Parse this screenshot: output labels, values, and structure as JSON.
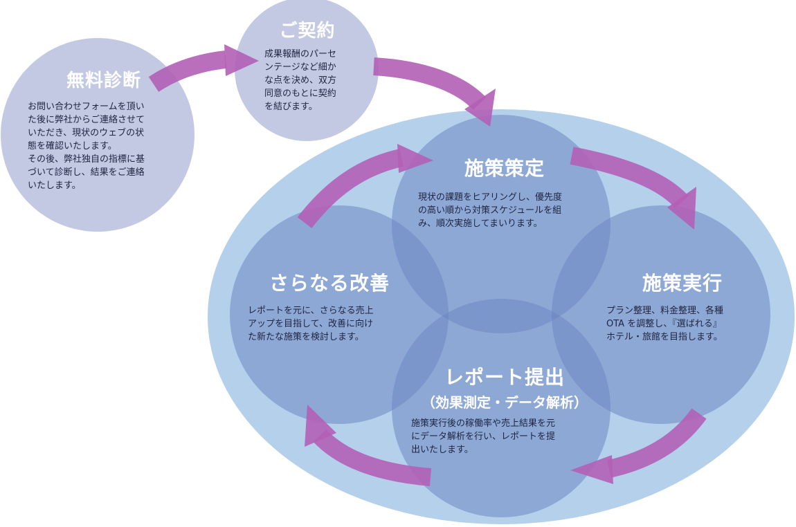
{
  "colors": {
    "outer_ellipse": "#b5d0ea",
    "circle_fill": "#7f97cc",
    "top_circle": "#c3c9e3",
    "arrow": "#b25fb6",
    "arrow_dark": "#8a3f94",
    "title_text": "#ffffff",
    "body_text": "#1e2440"
  },
  "nodes": {
    "free_diagnosis": {
      "title": "無料診断",
      "desc_lines": [
        "お問い合わせフォームを頂い",
        "た後に弊社からご連絡させて",
        "いただき、現状のウェブの状",
        "態を確認いたします。",
        "その後、弊社独自の指標に基",
        "づいて診断し、結果をご連絡",
        "いたします。"
      ]
    },
    "contract": {
      "title": "ご契約",
      "desc_lines": [
        "成果報酬のパーセ",
        "ンテージなど細か",
        "な点を決め、双方",
        "同意のもとに契約",
        "を結びます。"
      ]
    },
    "planning": {
      "title": "施策策定",
      "desc_lines": [
        "現状の課題をヒアリングし、優先度",
        "の高い順から対策スケジュールを組",
        "み、順次実施してまいります。"
      ]
    },
    "execution": {
      "title": "施策実行",
      "desc_lines": [
        "プラン整理、料金整理、各種",
        "OTA を調整し、『選ばれる』",
        "ホテル・旅館を目指します。"
      ]
    },
    "report": {
      "title": "レポート提出",
      "subtitle": "（効果測定・データ解析）",
      "desc_lines": [
        "施策実行後の稼働率や売上結果を元",
        "にデータ解析を行い、レポートを提",
        "出いたします。"
      ]
    },
    "improvement": {
      "title": "さらなる改善",
      "desc_lines": [
        "レポートを元に、さらなる売上",
        "アップを目指して、改善に向け",
        "た新たな施策を検討します。"
      ]
    }
  }
}
